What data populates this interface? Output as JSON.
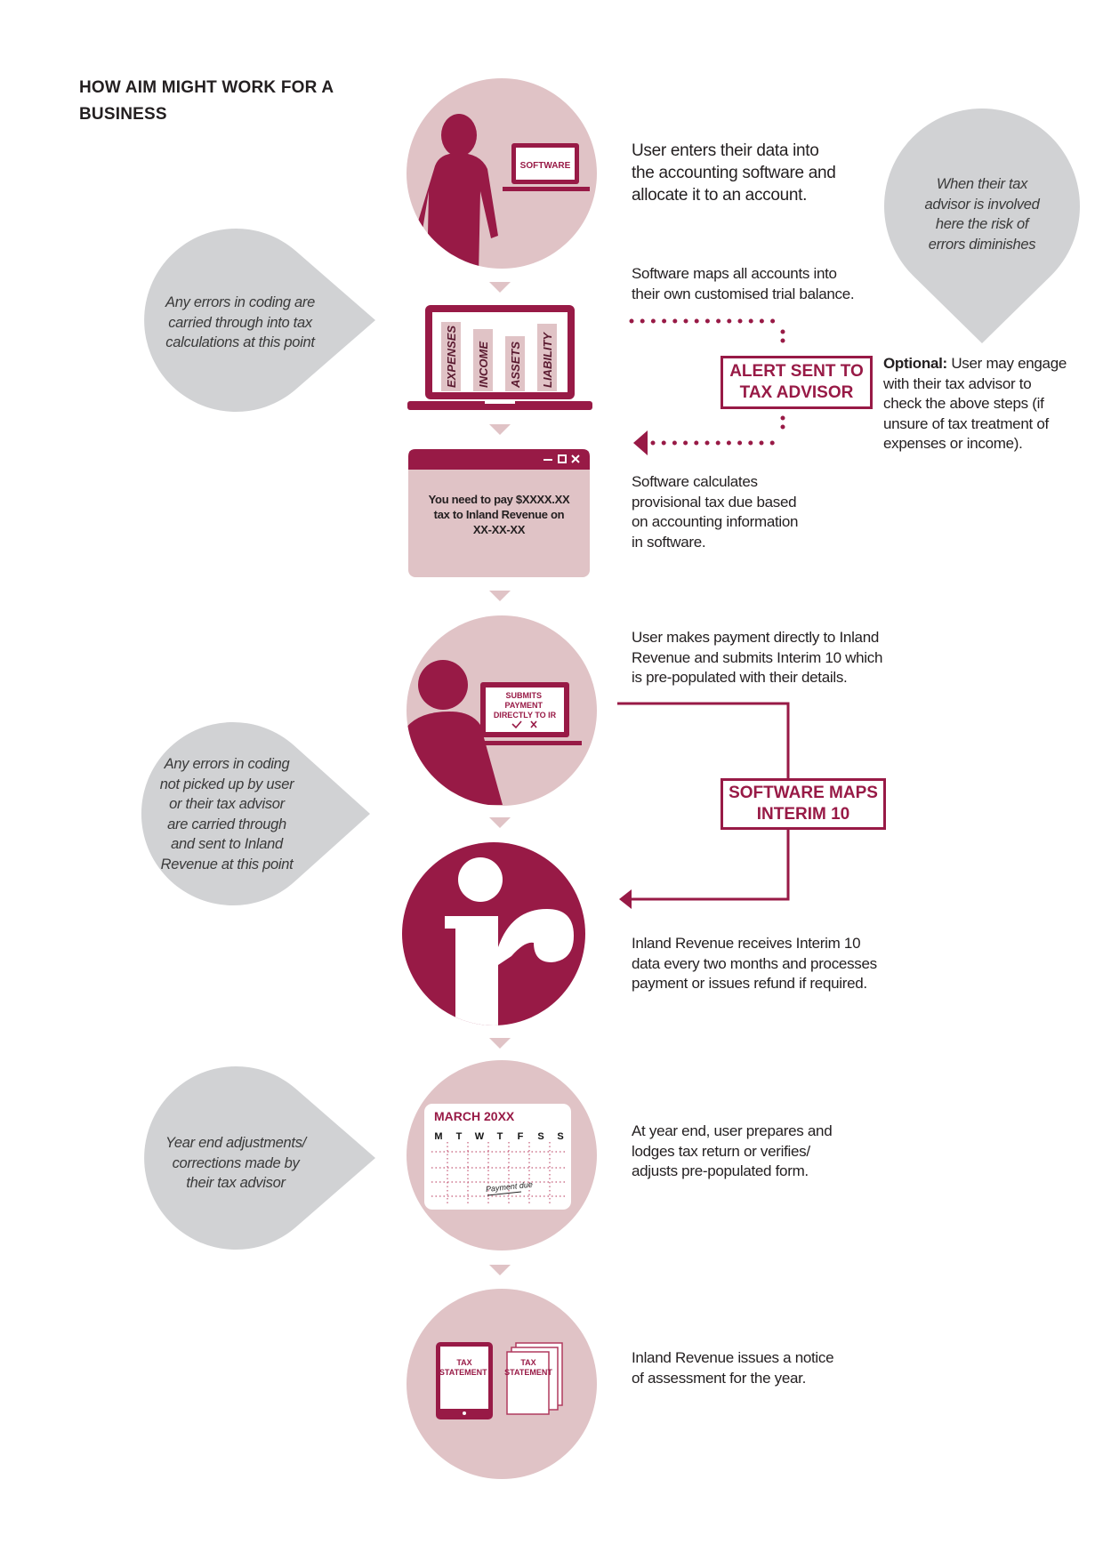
{
  "title": "HOW AIM MIGHT WORK FOR A\nBUSINESS",
  "colors": {
    "maroon": "#981a46",
    "pink": "#e0c3c6",
    "grey": "#d1d2d4"
  },
  "steps": [
    {
      "icon": "person-software-icon",
      "screen_label": "SOFTWARE",
      "text": "User enters their data into\nthe accounting software and\nallocate it to an account."
    },
    {
      "icon": "trial-balance-laptop-icon",
      "bars": [
        "EXPENSES",
        "INCOME",
        "ASSETS",
        "LIABILITY"
      ],
      "text": "Software maps all accounts into\ntheir own customised trial balance."
    },
    {
      "icon": "tax-due-window-icon",
      "window_message": "You need to pay $XXXX.XX\ntax to Inland Revenue on\nXX-XX-XX",
      "text": "Software calculates\nprovisional tax due based\non accounting information\nin software."
    },
    {
      "icon": "person-submit-payment-icon",
      "screen_label": "SUBMITS\nPAYMENT\nDIRECTLY TO IR",
      "text": "User makes payment directly to Inland\nRevenue and submits Interim 10 which\nis pre-populated with their details."
    },
    {
      "icon": "inland-revenue-logo-icon",
      "text": "Inland Revenue receives  Interim 10\ndata every two months and processes\npayment or issues refund if required."
    },
    {
      "icon": "calendar-icon",
      "calendar_title": "MARCH 20XX",
      "weekdays": [
        "M",
        "T",
        "W",
        "T",
        "F",
        "S",
        "S"
      ],
      "note": "Payment due",
      "text": "At year end, user prepares and\nlodges tax return or verifies/\nadjusts pre-populated form."
    },
    {
      "icon": "tax-statement-icon",
      "doc_label": "TAX\nSTATEMENT",
      "text": "Inland Revenue issues a notice\nof assessment for the year."
    }
  ],
  "alert_box": "ALERT SENT TO\nTAX ADVISOR",
  "interim_box": "SOFTWARE MAPS\nINTERIM 10",
  "optional": {
    "label": "Optional:",
    "text": " User may engage\nwith their tax advisor to\ncheck the above steps (if\nunsure of tax treatment of\nexpenses or income)."
  },
  "callouts": {
    "advisor": "When their tax\nadvisor is involved\nhere the risk of\nerrors diminishes",
    "coding_errors": "Any errors in coding are\ncarried through into tax\ncalculations at this point",
    "unpicked_errors": "Any errors in coding\nnot picked up by user\nor their tax advisor\nare carried through\nand sent to Inland\nRevenue at this point",
    "year_end": "Year end adjustments/\ncorrections made by\ntheir tax advisor"
  }
}
